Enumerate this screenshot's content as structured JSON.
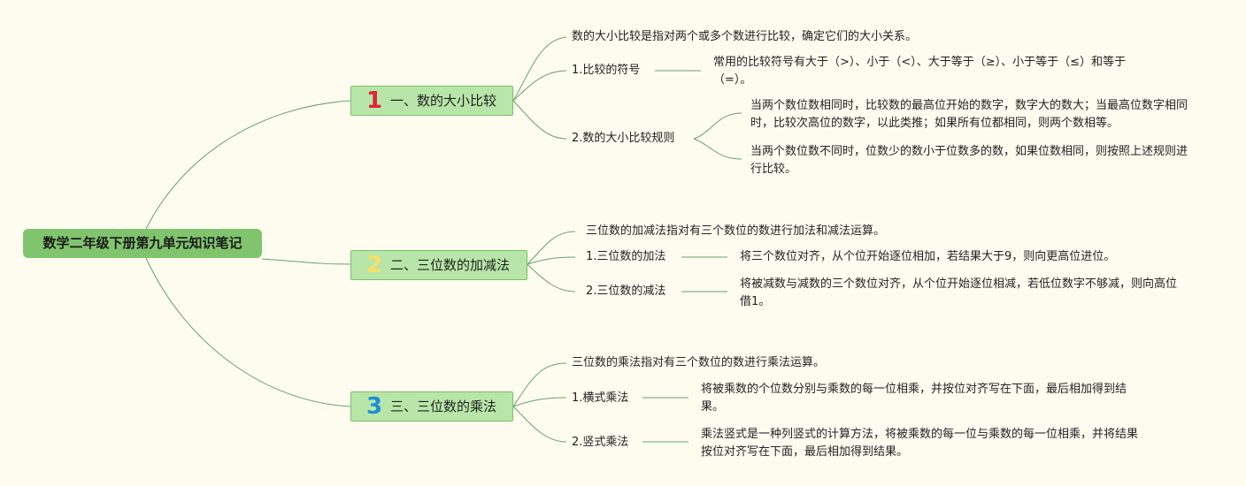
{
  "root": {
    "title": "数学二年级下册第九单元知识笔记"
  },
  "branches": [
    {
      "number": "1",
      "title": "一、数的大小比较",
      "desc": "数的大小比较是指对两个或多个数进行比较，确定它们的大小关系。",
      "subs": [
        {
          "label": "1.比较的符号",
          "details": [
            "常用的比较符号有大于（>）、小于（<）、大于等于（≥）、小于等于（≤）和等于（=）。"
          ]
        },
        {
          "label": "2.数的大小比较规则",
          "details": [
            "当两个数位数相同时，比较数的最高位开始的数字，数字大的数大；当最高位数字相同时，比较次高位的数字，以此类推；如果所有位都相同，则两个数相等。",
            "当两个数位数不同时，位数少的数小于位数多的数，如果位数相同，则按照上述规则进行比较。"
          ]
        }
      ]
    },
    {
      "number": "2",
      "title": "二、三位数的加减法",
      "desc": "三位数的加减法指对有三个数位的数进行加法和减法运算。",
      "subs": [
        {
          "label": "1.三位数的加法",
          "details": [
            "将三个数位对齐，从个位开始逐位相加，若结果大于9，则向更高位进位。"
          ]
        },
        {
          "label": "2.三位数的减法",
          "details": [
            "将被减数与减数的三个数位对齐，从个位开始逐位相减，若低位数字不够减，则向高位借1。"
          ]
        }
      ]
    },
    {
      "number": "3",
      "title": "三、三位数的乘法",
      "desc": "三位数的乘法指对有三个数位的数进行乘法运算。",
      "subs": [
        {
          "label": "1.横式乘法",
          "details": [
            "将被乘数的个位数分别与乘数的每一位相乘，并按位对齐写在下面，最后相加得到结果。"
          ]
        },
        {
          "label": "2.竖式乘法",
          "details": [
            "乘法竖式是一种列竖式的计算方法，将被乘数的每一位与乘数的每一位相乘，并将结果按位对齐写在下面，最后相加得到结果。"
          ]
        }
      ]
    }
  ],
  "colors": {
    "line": "#6aa06e",
    "root": "#80c46d",
    "branch": "#b8e6a8",
    "background": "#fdfcef"
  }
}
